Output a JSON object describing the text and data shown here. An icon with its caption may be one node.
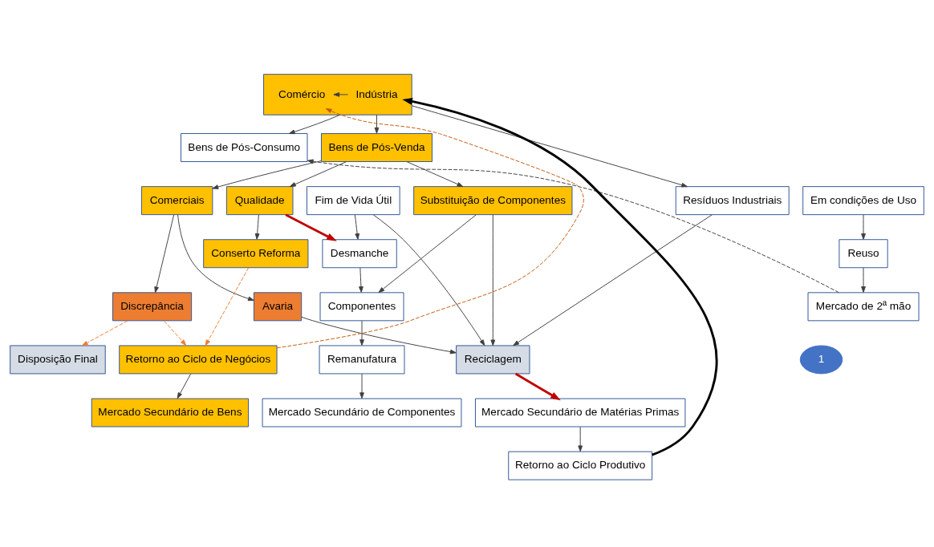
{
  "diagram": {
    "nodes": [
      {
        "text": [],
        "shape": "box"
      },
      {
        "text": [
          "Comércio"
        ],
        "in": 0
      },
      {
        "text": [
          "Indústria"
        ],
        "in": 0
      },
      {
        "text": [
          "Bens de Pós-Venda"
        ]
      },
      {
        "text": [
          "Resíduos Industriais"
        ]
      },
      {
        "text": [
          "Bens de Pós-Consumo"
        ]
      },
      {
        "text": [
          "Qualidade"
        ]
      },
      {
        "text": [
          "Comerciais"
        ]
      },
      {
        "text": [
          "Substituição de Componentes"
        ]
      },
      {
        "text": [
          "Fim de Vida Útil"
        ]
      },
      {
        "text": [
          "Em condições de Uso"
        ]
      },
      {
        "text": [
          "Conserto Reforma"
        ]
      },
      {
        "text": [
          "Desmanche"
        ]
      },
      {
        "text": [
          "Reuso"
        ]
      },
      {
        "text": [
          "Discrepância"
        ]
      },
      {
        "text": [
          "Avaria"
        ]
      },
      {
        "text": [
          "Componentes"
        ]
      },
      {
        "text": [
          "Mercado de 2ª mão"
        ]
      },
      {
        "text": [
          "1"
        ]
      },
      {
        "text": [
          "Retorno ao Ciclo de Negócios"
        ]
      },
      {
        "text": [
          "Disposição Final"
        ]
      },
      {
        "text": [
          "Reciclagem"
        ]
      },
      {
        "text": [
          "Remanufatura"
        ]
      },
      {
        "text": [
          "Mercado Secundário de Bens"
        ]
      },
      {
        "text": [
          "Mercado Secundário de Matérias Primas"
        ]
      },
      {
        "text": [
          "Mercado Secundário de Componentes"
        ]
      },
      {
        "text": [
          "Retorno ao Ciclo Produtivo"
        ]
      }
    ],
    "edges": [
      {
        "from": 2,
        "to": 1,
        "arrow": "to"
      },
      {
        "from": 0,
        "to": 3,
        "arrow": "to"
      },
      {
        "from": 0,
        "to": 4,
        "arrow": "to"
      },
      {
        "from": 0,
        "to": 5,
        "arrow": "to"
      },
      {
        "from": 3,
        "to": 6,
        "arrow": "to"
      },
      {
        "from": 3,
        "to": 7,
        "arrow": "to"
      },
      {
        "from": 3,
        "to": 8,
        "arrow": "to"
      },
      {
        "from": 6,
        "to": 11,
        "arrow": "to"
      },
      {
        "from": 6,
        "to": 12,
        "arrow": "to",
        "style": "thick",
        "color": "#c00000"
      },
      {
        "from": 7,
        "to": 14,
        "arrow": "to"
      },
      {
        "from": 7,
        "to": 15,
        "arrow": "to"
      },
      {
        "from": 8,
        "to": 16,
        "arrow": "to"
      },
      {
        "from": 8,
        "to": 21,
        "arrow": "to"
      },
      {
        "from": 9,
        "to": 12,
        "arrow": "to"
      },
      {
        "from": 9,
        "to": 21,
        "arrow": "to"
      },
      {
        "from": 4,
        "to": 21,
        "arrow": "to"
      },
      {
        "from": 15,
        "to": 21,
        "arrow": "to"
      },
      {
        "from": 10,
        "to": 13,
        "arrow": "to"
      },
      {
        "from": 12,
        "to": 16,
        "arrow": "to"
      },
      {
        "from": 13,
        "to": 17,
        "arrow": "to"
      },
      {
        "from": 17,
        "to": 5,
        "arrow": "to",
        "style": "dashed"
      },
      {
        "from": 16,
        "to": 22,
        "arrow": "to"
      },
      {
        "from": 11,
        "to": 19,
        "arrow": "to",
        "style": "dashed",
        "color": "#ed7d31"
      },
      {
        "from": 14,
        "to": 19,
        "arrow": "to",
        "style": "dashed",
        "color": "#ed7d31"
      },
      {
        "from": 14,
        "to": 20,
        "arrow": "to",
        "style": "dashed",
        "color": "#ed7d31"
      },
      {
        "from": 19,
        "to": 1,
        "arrow": "to",
        "style": "dashed",
        "color": "#c55a11"
      },
      {
        "from": 19,
        "to": 23,
        "arrow": "to"
      },
      {
        "from": 21,
        "to": 24,
        "arrow": "to",
        "style": "thick",
        "color": "#c00000"
      },
      {
        "from": 22,
        "to": 25,
        "arrow": "to"
      },
      {
        "from": 24,
        "to": 26,
        "arrow": "to"
      },
      {
        "from": 26,
        "to": 2,
        "arrow": "to",
        "style": "thick"
      }
    ]
  }
}
